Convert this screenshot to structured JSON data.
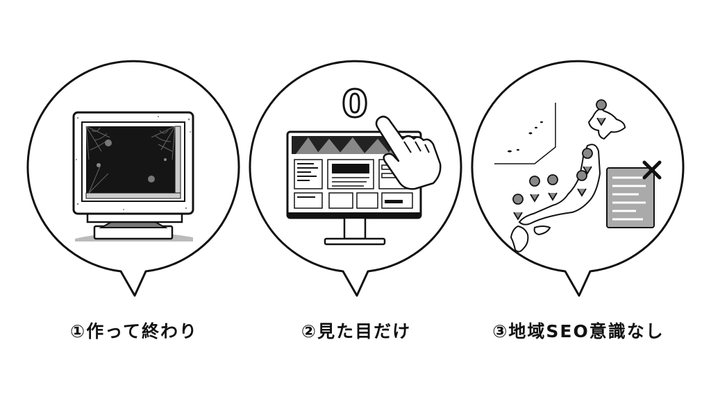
{
  "colors": {
    "ink": "#111111",
    "light_gray": "#bbbbbb",
    "mid_gray": "#777777",
    "paper": "#ffffff"
  },
  "panels": [
    {
      "caption": "①作って終わり",
      "icon": "old-crt-monitor-icon"
    },
    {
      "caption": "②見た目だけ",
      "icon": "modern-monitor-icon",
      "counter": "0"
    },
    {
      "caption": "③地域SEO意識なし",
      "icon": "japan-map-icon"
    }
  ]
}
